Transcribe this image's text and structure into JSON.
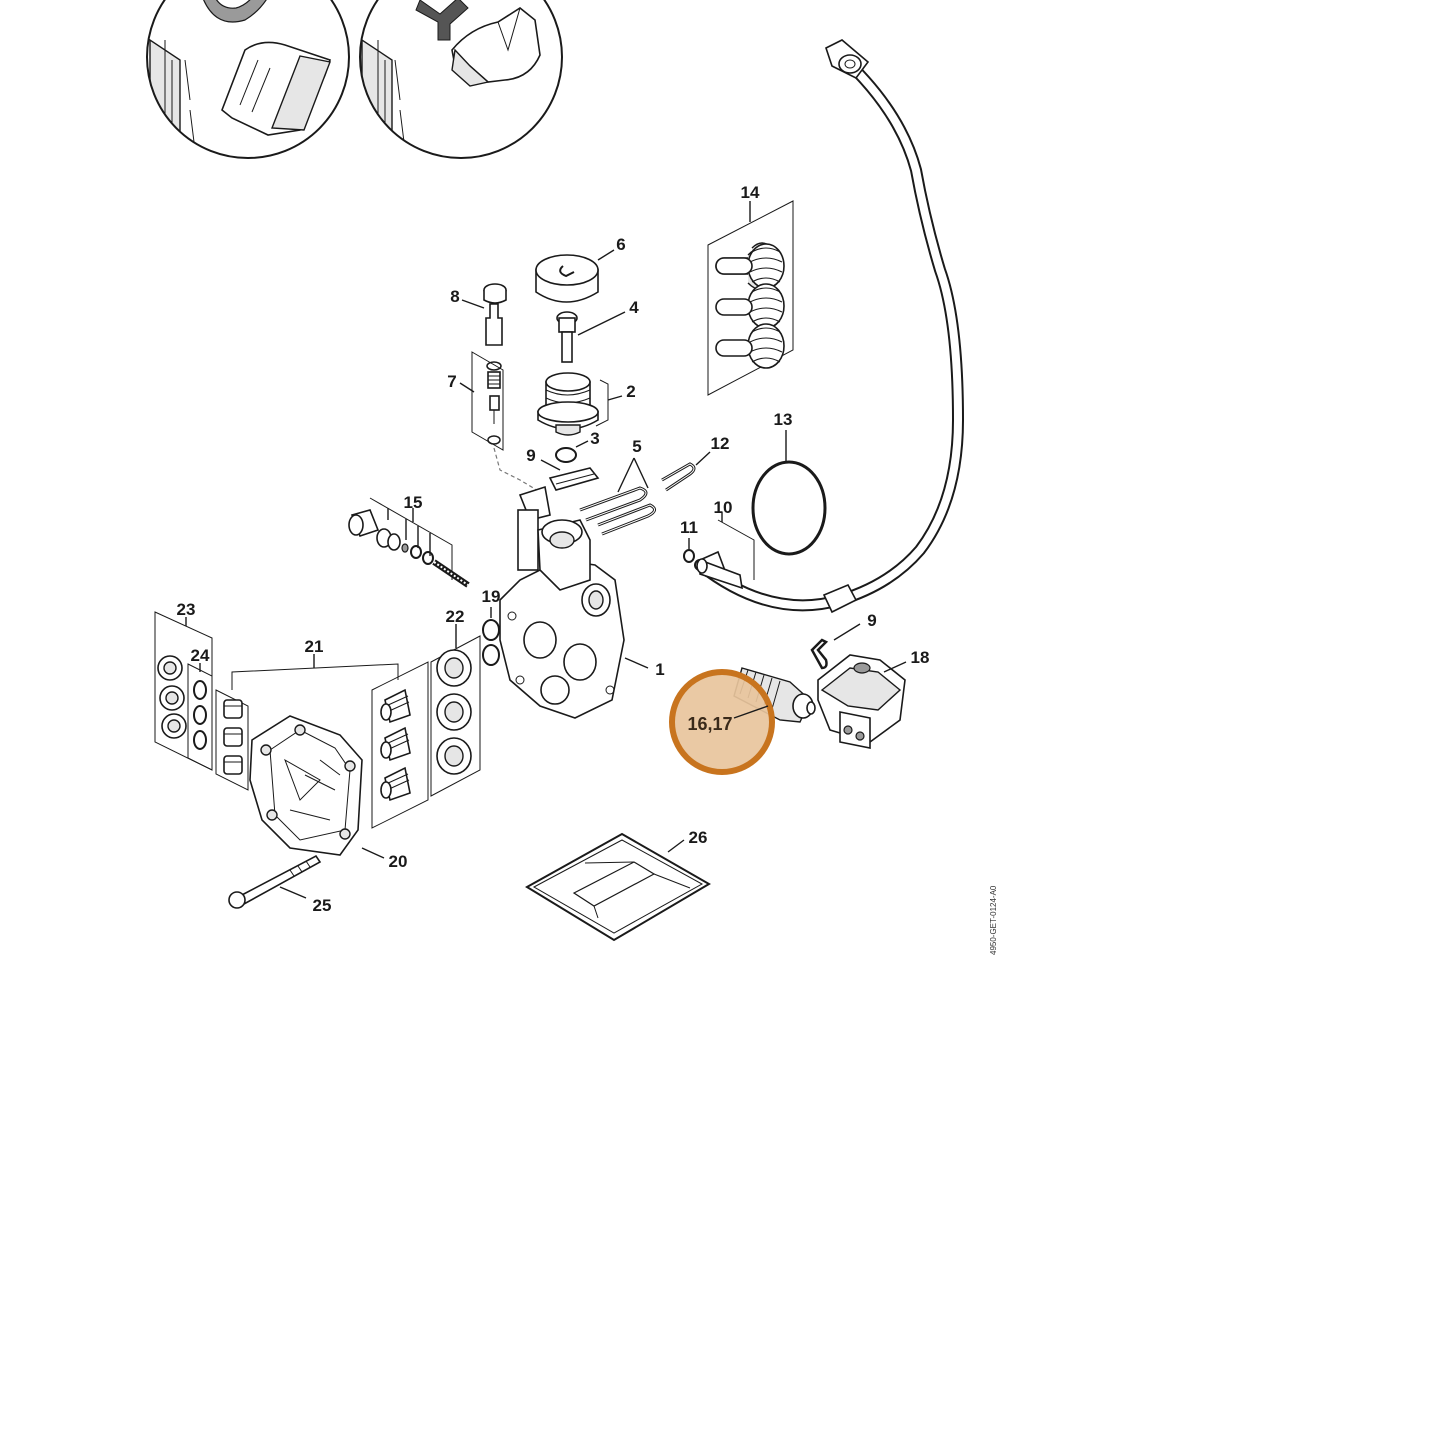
{
  "diagram": {
    "part_labels": {
      "p1": "1",
      "p2": "2",
      "p3": "3",
      "p4": "4",
      "p5": "5",
      "p6": "6",
      "p7": "7",
      "p8": "8",
      "p9a": "9",
      "p9b": "9",
      "p10": "10",
      "p11": "11",
      "p12": "12",
      "p13": "13",
      "p14": "14",
      "p15": "15",
      "p18": "18",
      "p19": "19",
      "p20": "20",
      "p21": "21",
      "p22": "22",
      "p23": "23",
      "p24": "24",
      "p25": "25",
      "p26": "26"
    },
    "highlight_label": "16,17",
    "highlight_color": "#c8741e",
    "highlight_fill": "#e8c49c",
    "drawing_code": "4950-GET-0124-A0"
  }
}
